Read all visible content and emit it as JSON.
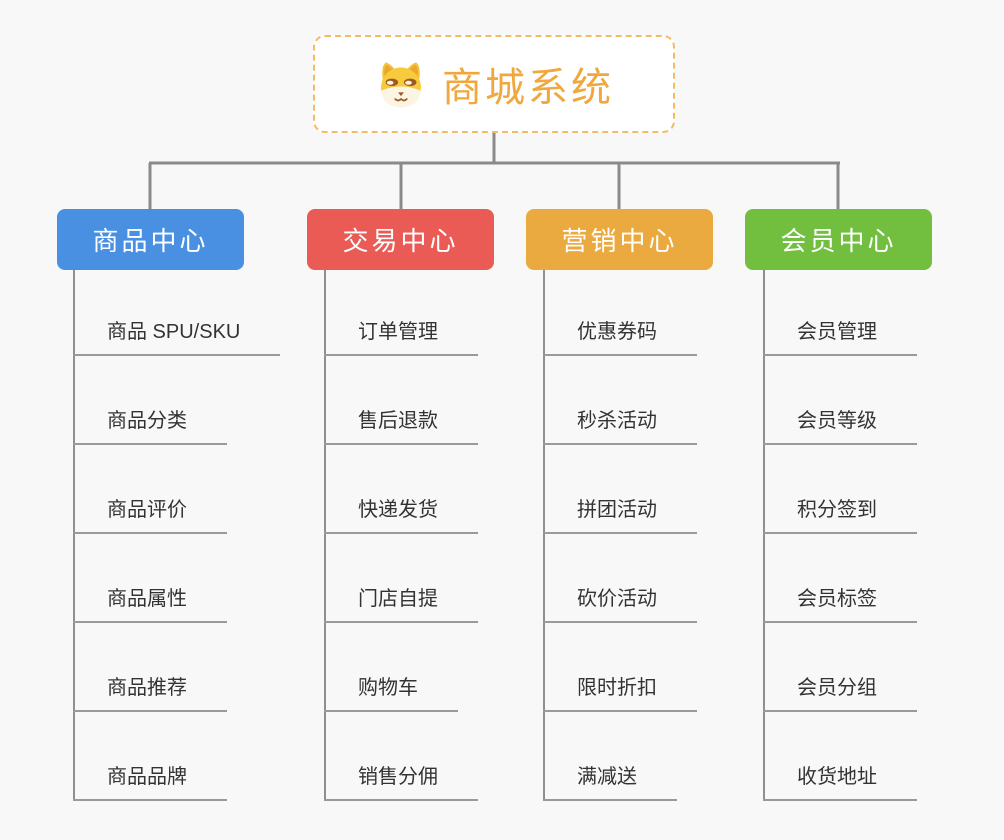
{
  "root": {
    "title": "商城系统",
    "icon": "dog-face-icon"
  },
  "branches": [
    {
      "label": "商品中心",
      "color": "#4a90e2",
      "items": [
        "商品 SPU/SKU",
        "商品分类",
        "商品评价",
        "商品属性",
        "商品推荐",
        "商品品牌"
      ]
    },
    {
      "label": "交易中心",
      "color": "#ea5b55",
      "items": [
        "订单管理",
        "售后退款",
        "快递发货",
        "门店自提",
        "购物车",
        "销售分佣"
      ]
    },
    {
      "label": "营销中心",
      "color": "#ebaa3f",
      "items": [
        "优惠券码",
        "秒杀活动",
        "拼团活动",
        "砍价活动",
        "限时折扣",
        "满减送"
      ]
    },
    {
      "label": "会员中心",
      "color": "#72bf3f",
      "items": [
        "会员管理",
        "会员等级",
        "积分签到",
        "会员标签",
        "会员分组",
        "收货地址"
      ]
    }
  ],
  "colors": {
    "background": "#f8f8f8",
    "root_accent": "#f0a73d",
    "root_border": "#f4bb62",
    "tree_connector": "#8a8a8a",
    "column_rail": "#8f8f8f",
    "item_underline": "#9a9a9a",
    "item_text": "#333333"
  }
}
